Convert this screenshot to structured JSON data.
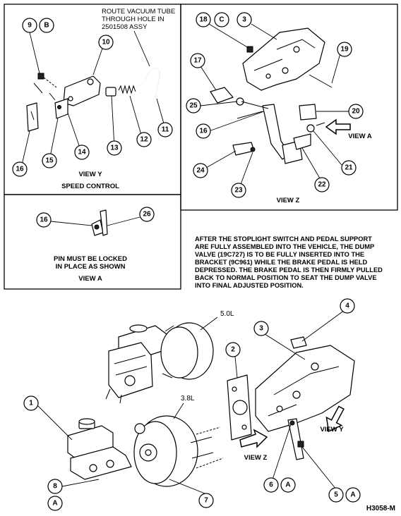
{
  "view_y": {
    "caption": "VIEW Y",
    "subcaption": "SPEED CONTROL",
    "route_note": [
      "ROUTE VACUUM TUBE",
      "THROUGH HOLE IN",
      "2501508 ASSY"
    ],
    "callouts": [
      "9",
      "B",
      "10",
      "16",
      "15",
      "14",
      "13",
      "12",
      "11"
    ]
  },
  "view_z": {
    "caption": "VIEW Z",
    "view_a_label": "VIEW A",
    "callouts": [
      "18",
      "C",
      "3",
      "17",
      "19",
      "25",
      "20",
      "16",
      "21",
      "24",
      "22",
      "23"
    ]
  },
  "view_a": {
    "caption_lines": [
      "PIN MUST BE LOCKED",
      "IN PLACE AS SHOWN"
    ],
    "caption": "VIEW A",
    "callouts": [
      "16",
      "26"
    ]
  },
  "note": {
    "lines": [
      "AFTER THE STOPLIGHT SWITCH AND PEDAL SUPPORT",
      "ARE FULLY ASSEMBLED INTO THE VEHICLE, THE DUMP",
      "VALVE (19C727) IS TO BE FULLY INSERTED INTO THE",
      "BRACKET (9C961) WHILE THE BRAKE PEDAL IS HELD",
      "DEPRESSED. THE BRAKE PEDAL IS THEN FIRMLY PULLED",
      "BACK TO NORMAL POSITION TO SEAT THE DUMP VALVE",
      "INTO FINAL ADJUSTED POSITION."
    ]
  },
  "main": {
    "engine_50": "5.0L",
    "engine_38": "3.8L",
    "view_y_label": "VIEW Y",
    "view_z_label": "VIEW Z",
    "callouts": [
      "4",
      "3",
      "2",
      "1",
      "7",
      "8",
      "A",
      "6",
      "A",
      "5",
      "A"
    ],
    "figure_id": "H3058-M"
  }
}
